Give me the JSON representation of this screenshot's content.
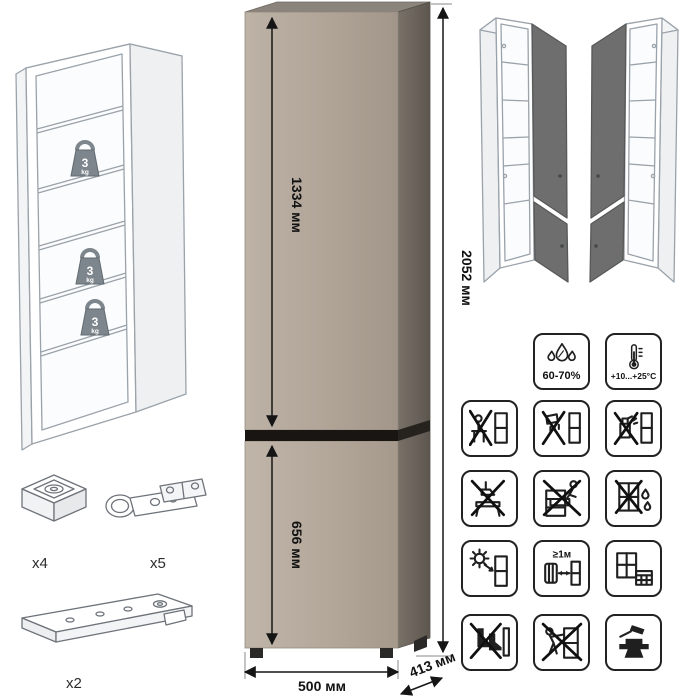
{
  "dimensions": {
    "upper_door_height": "1334 мм",
    "lower_door_height": "656 мм",
    "total_height": "2052 мм",
    "width": "500 мм",
    "depth": "413 мм"
  },
  "shelf_load": {
    "value": "3",
    "unit": "kg"
  },
  "hardware": {
    "feet_count": "x4",
    "hinge_count": "x5",
    "plinth_count": "x2"
  },
  "climate": {
    "humidity_range": "60-70%",
    "temperature_range": "+10...+25°C"
  },
  "spacing": {
    "radiator_distance": "≥1м"
  },
  "icons": {
    "climate": [
      "humidity-drops",
      "thermometer"
    ],
    "care": [
      "no-sitting",
      "no-liquids",
      "no-solvents",
      "no-standing",
      "no-climbing",
      "no-dampness",
      "avoid-direct-sunlight",
      "radiator-distance",
      "room-acclimatization",
      "no-shoes-impact",
      "no-dragging",
      "no-hammering"
    ]
  },
  "colors": {
    "cabinet_front": "#b2a79a",
    "cabinet_side": "#6b655f",
    "cabinet_top": "#8a847c",
    "door_gap": "#181512",
    "wireframe_line": "#9aa2aa",
    "icon_line": "#1f1f1f"
  }
}
